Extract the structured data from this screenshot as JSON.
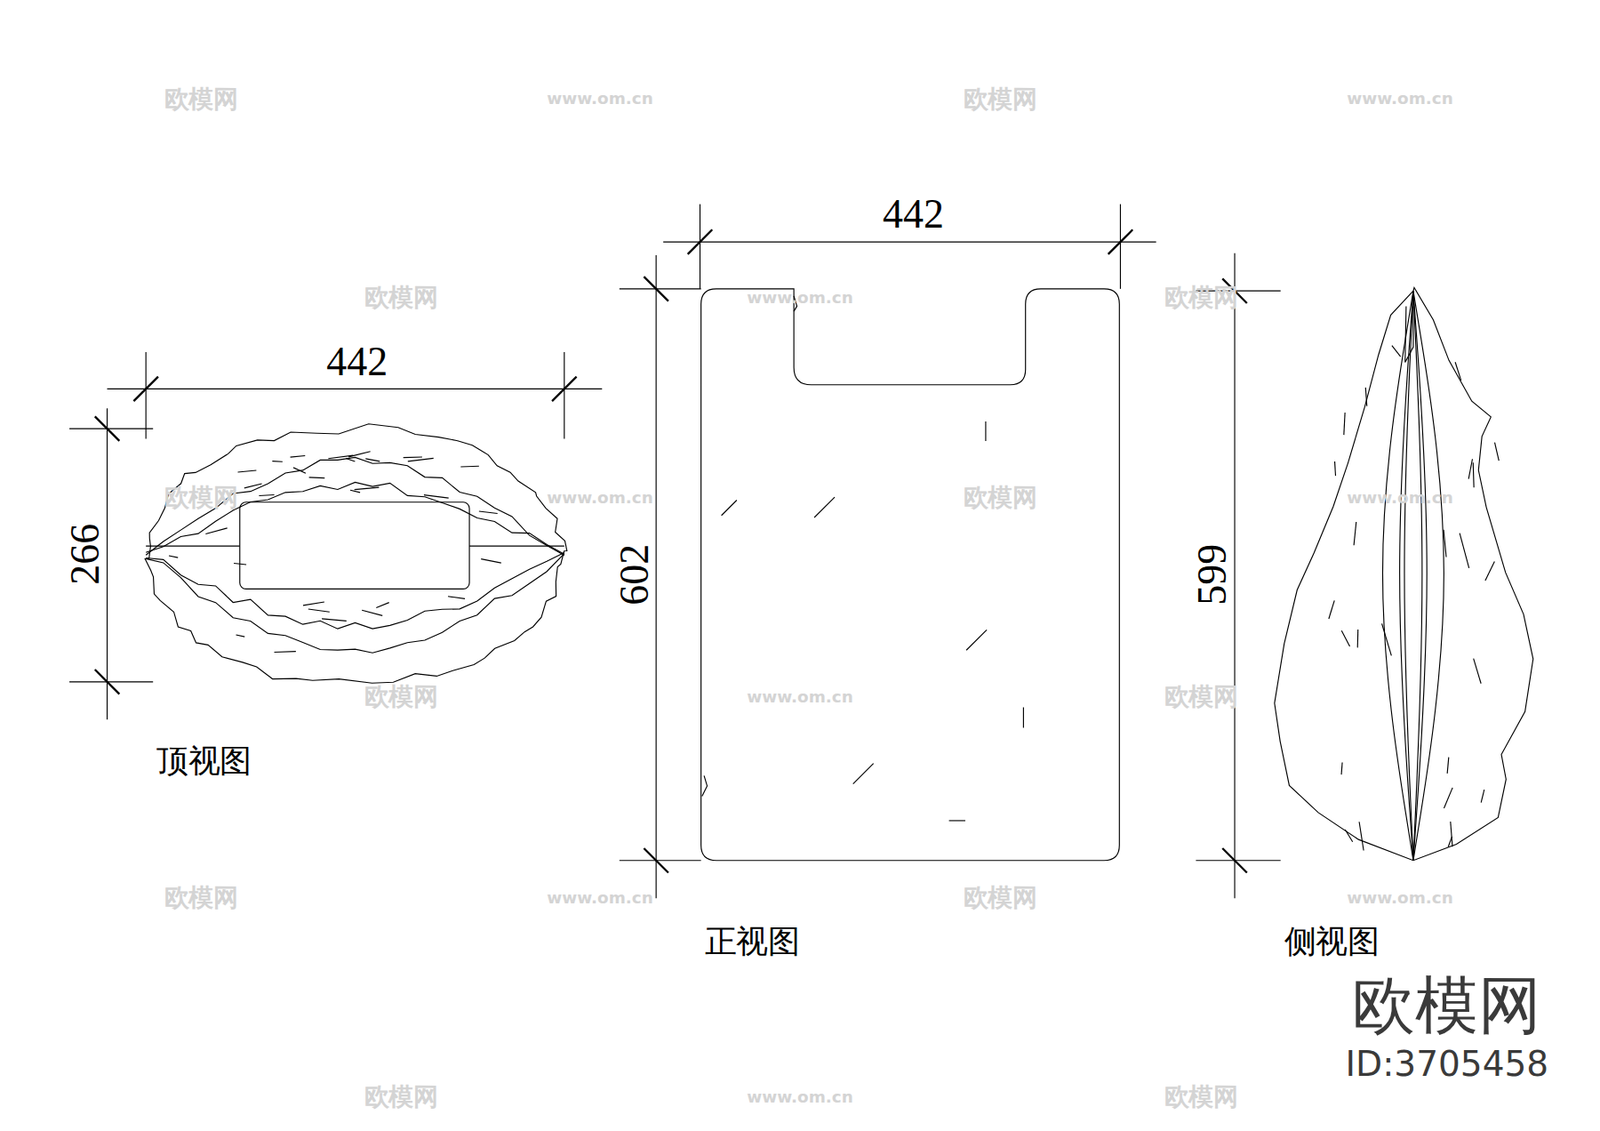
{
  "diagram": {
    "labels": [
      "442",
      "266",
      "顶视图",
      "442",
      "602",
      "正视图",
      "599",
      "侧视图",
      "欧模网",
      "ID:3705458",
      "欧模网",
      "www.om.cn",
      "欧模网",
      "www.om.cn",
      "欧模网",
      "www.om.cn",
      "欧模网",
      "欧模网",
      "www.om.cn",
      "欧模网",
      "www.om.cn",
      "欧模网",
      "www.om.cn",
      "欧模网",
      "欧模网",
      "www.om.cn",
      "欧模网",
      "www.om.cn",
      "欧模网",
      "www.om.cn",
      "欧模网"
    ]
  }
}
